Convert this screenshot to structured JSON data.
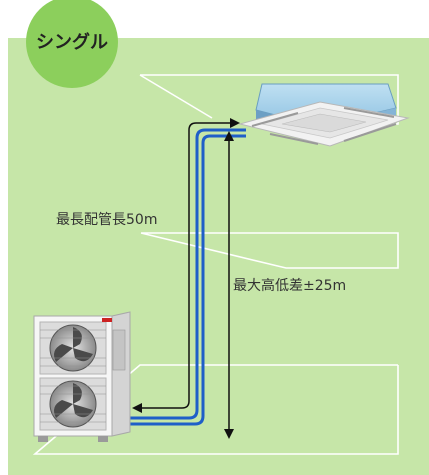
{
  "badge": {
    "label": "シングル"
  },
  "labels": {
    "max_pipe_length": "最長配管長50m",
    "max_height_difference": "最大高低差±25m"
  },
  "colors": {
    "background": "#c6e6a8",
    "badge_fill": "#8ccf5c",
    "pipe": "#1f5fc8",
    "arrow": "#111111",
    "guide_lines": "#ffffff"
  },
  "icons": [
    "indoor-cassette-unit-icon",
    "outdoor-unit-icon"
  ]
}
